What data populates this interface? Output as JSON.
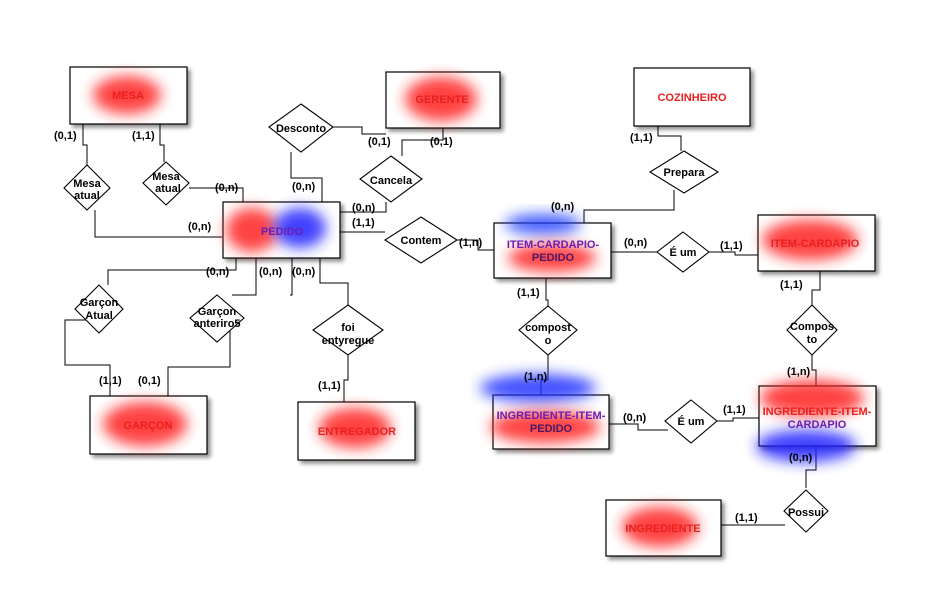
{
  "entities": {
    "mesa": "MESA",
    "gerente": "GERENTE",
    "cozinheiro": "COZINHEIRO",
    "pedido": "PEDIDO",
    "item_cardapio_pedido": [
      "ITEM-CARDAPIO-",
      "PEDIDO"
    ],
    "item_cardapio": "ITEM-CARDAPIO",
    "garcon": "GARÇON",
    "entregador": "ENTREGADOR",
    "ingrediente_item_pedido": [
      "INGREDIENTE-ITEM-",
      "PEDIDO"
    ],
    "ingrediente_item_cardapio": [
      "INGREDIENTE-ITEM-",
      "CARDAPIO"
    ],
    "ingrediente": "INGREDIENTE"
  },
  "relationships": {
    "mesa_atual_1": [
      "Mesa",
      "atual"
    ],
    "mesa_atual_2": [
      "Mesa",
      "atual"
    ],
    "desconto": "Desconto",
    "cancela": "Cancela",
    "prepara": "Prepara",
    "contem": "Contem",
    "e_um_1": "É um",
    "garcon_atual": [
      "Garçon",
      "Atual"
    ],
    "garcon_anteriro5": [
      "Garçon",
      "anteriro5"
    ],
    "foi_entyregue": [
      "foi",
      "entyregue"
    ],
    "compost_o": [
      "compost",
      "o"
    ],
    "compos_to": [
      "Compos",
      "to"
    ],
    "e_um_2": "É um",
    "possui": "Possui"
  },
  "cardinalities": {
    "mesa_l": "(0,1)",
    "mesa_r": "(1,1)",
    "pedido_mesa_atual": "(0,n)",
    "pedido_mesa_left": "(0,n)",
    "desconto_pedido": "(0,n)",
    "gerente_desconto": "(0,1)",
    "gerente_cancela": "(0,1)",
    "cancela_pedido": "(0,n)",
    "pedido_contem": "(1,1)",
    "contem_icp": "(1,n)",
    "cozinheiro": "(1,1)",
    "icp_prepara": "(0,n)",
    "icp_eum": "(0,n)",
    "ic_eum": "(1,1)",
    "pedido_garcon_atual": "(0,n)",
    "pedido_garcon_ant": "(0,n)",
    "pedido_entregador": "(0,n)",
    "garcon_atual": "(1,1)",
    "garcon_ant": "(0,1)",
    "entregador": "(1,1)",
    "icp_compost": "(1,1)",
    "iip_compost": "(1,n)",
    "ic_compos": "(1,1)",
    "iic_compos": "(1,n)",
    "iip_eum": "(0,n)",
    "iic_eum": "(1,1)",
    "iic_possui": "(0,n)",
    "ingrediente_possui": "(1,1)"
  }
}
